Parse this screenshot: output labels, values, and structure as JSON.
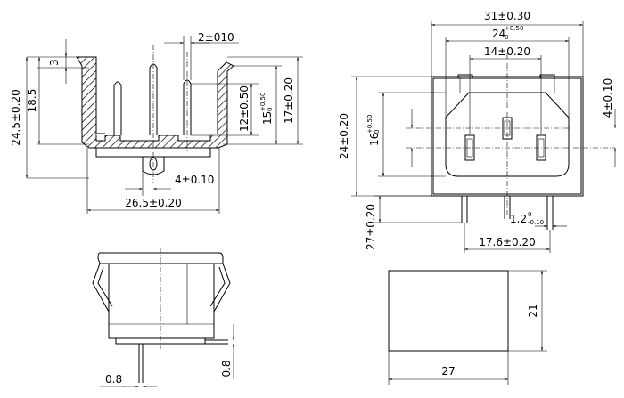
{
  "dimensions": {
    "top_left": {
      "gap_top": "3",
      "overall_height": "24.5±0.20",
      "inner_height": "18.5",
      "pin_spacing": "2±010",
      "pin_height": "12±0.50",
      "pin_depth_base": "15",
      "pin_depth_tol_plus": "+0.50",
      "pin_depth_tol_minus": "0",
      "body_height": "17±0.20",
      "pin_offset": "4±0.10",
      "overall_width": "26.5±0.20"
    },
    "top_right": {
      "overall_width": "31±0.30",
      "opening_width_base": "24",
      "opening_width_tol_plus": "+0.50",
      "opening_width_tol_minus": "0",
      "pin_pitch": "14±0.20",
      "overall_height": "24±0.20",
      "opening_height_base": "16",
      "opening_height_tol_plus": "+0.50",
      "opening_height_tol_minus": "0",
      "pin_offset_right": "4±0.10",
      "lead_length": "27±0.20",
      "pin_width_base": "1.2",
      "pin_width_tol_plus": "0",
      "pin_width_tol_minus": "-0.10",
      "lead_span": "17.6±0.20"
    },
    "bottom_left": {
      "pin_thickness": "0.8",
      "lead_thickness": "0.8"
    },
    "bottom_right": {
      "cutout_height": "21",
      "cutout_width": "27"
    }
  }
}
